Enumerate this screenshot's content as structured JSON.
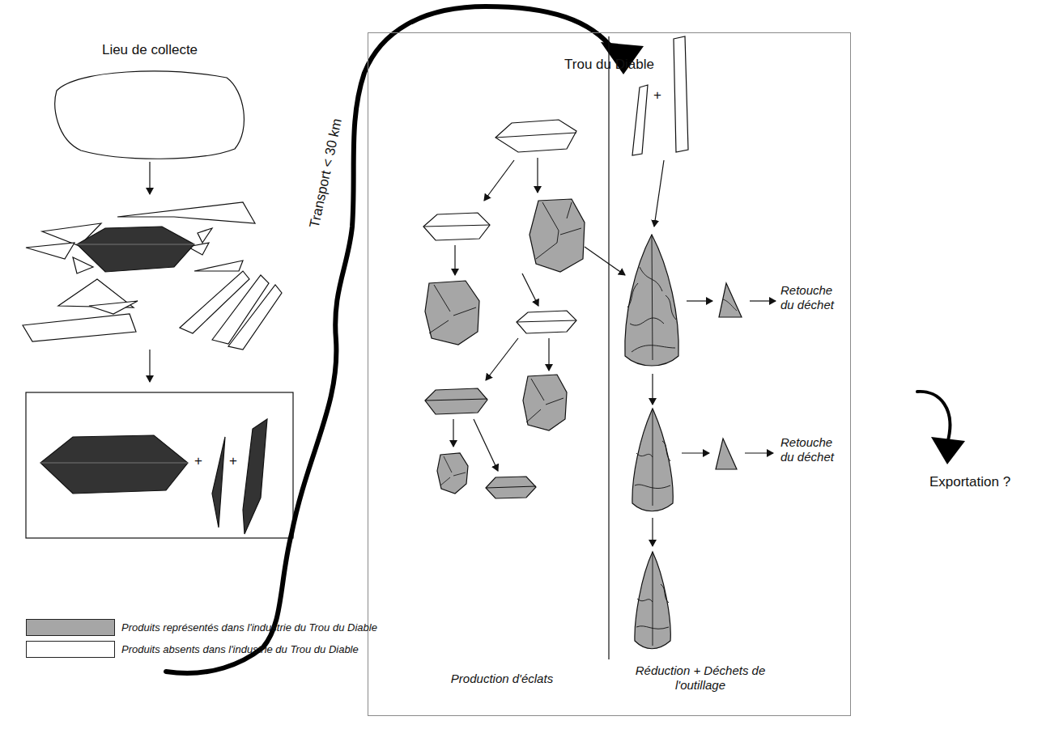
{
  "diagram": {
    "nodes": [
      {
        "text": [
          "Trou du Diable"
        ]
      }
    ],
    "labels": [
      "Lieu de collecte",
      "+",
      "+",
      "Transport < 30 km",
      "+",
      "Production d'éclats",
      "Réduction + Déchets de l'outillage",
      "Retouche du déchet",
      "Retouche du déchet",
      "Exportation ?"
    ],
    "legend": [
      {
        "text": "Produits représentés dans l'industrie du Trou du Diable",
        "color": "#a6a6a6"
      },
      {
        "text": "Produits absents dans l'industrie du Trou du Diable",
        "color": "#ffffff"
      }
    ]
  }
}
